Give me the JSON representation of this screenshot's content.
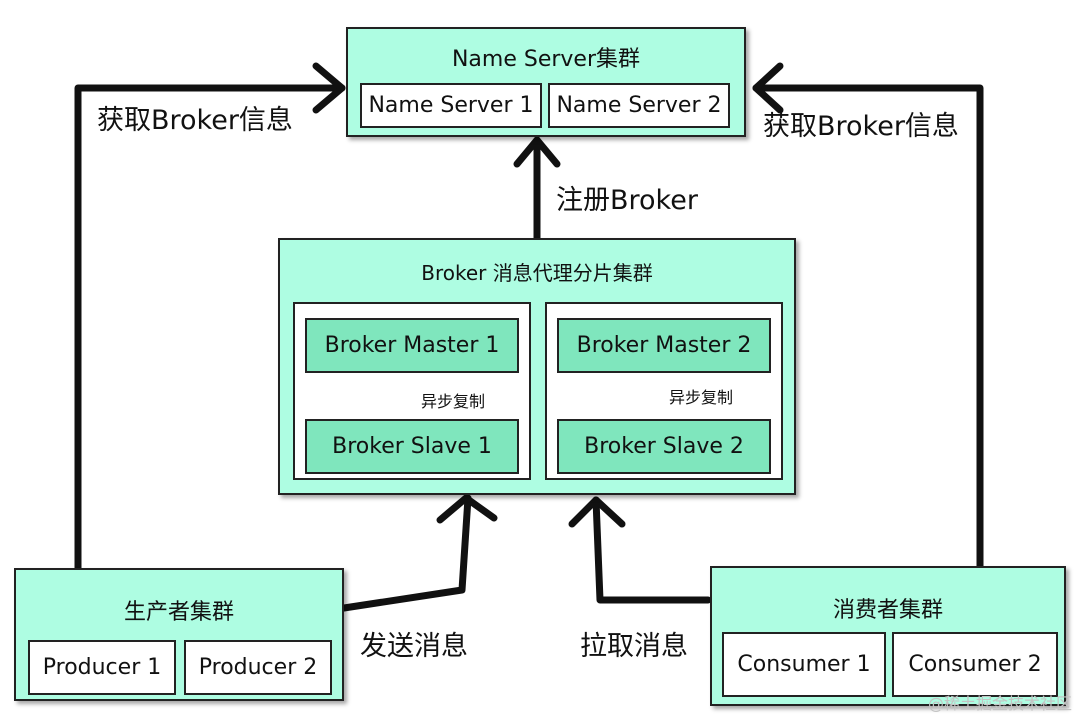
{
  "name_server": {
    "title": "Name Server集群",
    "nodes": [
      "Name Server 1",
      "Name Server 2"
    ]
  },
  "broker": {
    "title": "Broker 消息代理分片集群",
    "shards": [
      {
        "master": "Broker Master 1",
        "slave": "Broker Slave 1",
        "replication": "异步复制"
      },
      {
        "master": "Broker Master 2",
        "slave": "Broker Slave 2",
        "replication": "异步复制"
      }
    ]
  },
  "producer": {
    "title": "生产者集群",
    "nodes": [
      "Producer 1",
      "Producer 2"
    ]
  },
  "consumer": {
    "title": "消费者集群",
    "nodes": [
      "Consumer 1",
      "Consumer 2"
    ]
  },
  "edges": {
    "producer_get_info": "获取Broker信息",
    "consumer_get_info": "获取Broker信息",
    "register": "注册Broker",
    "send": "发送消息",
    "pull": "拉取消息"
  },
  "watermark": "@稀土掘金技术社区"
}
